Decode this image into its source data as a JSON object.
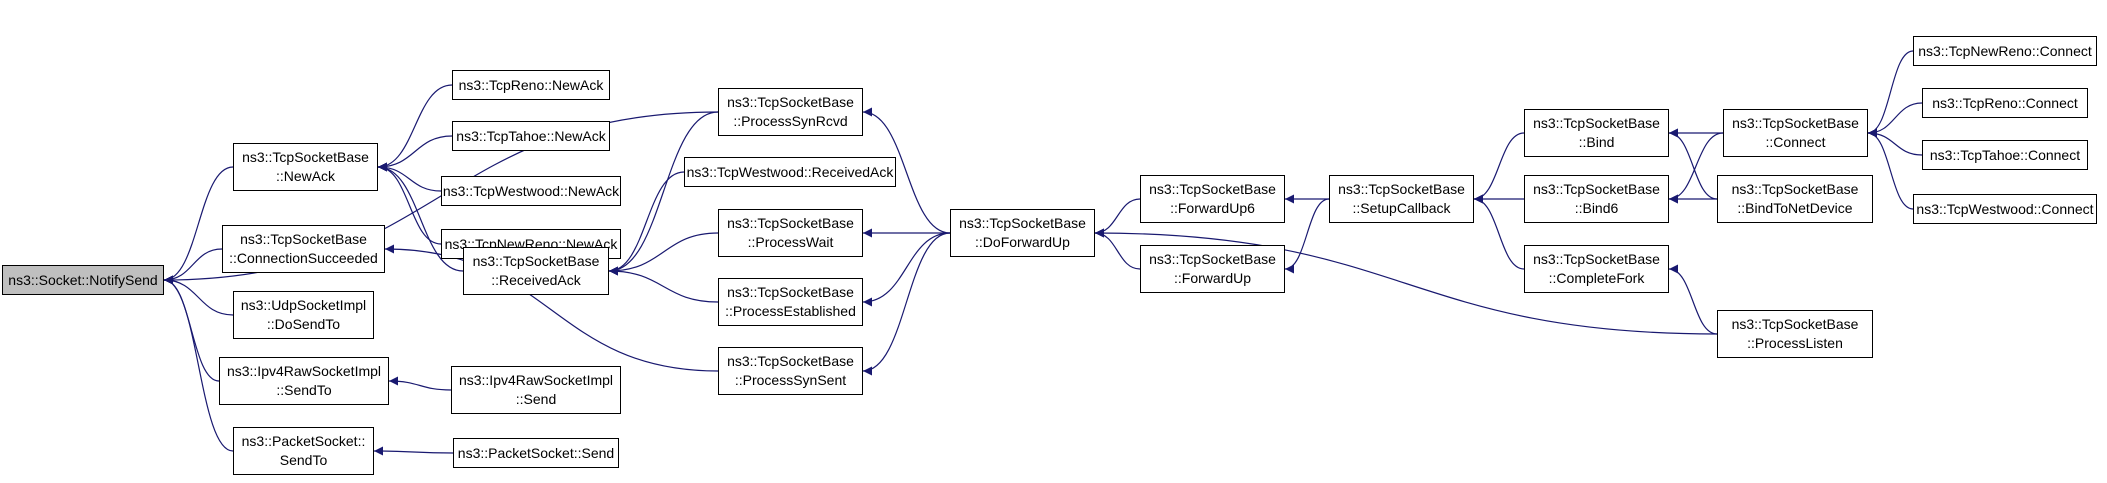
{
  "colors": {
    "edge": "#191970",
    "root_fill": "#bfbfbf",
    "node_fill": "#ffffff",
    "border": "#000000"
  },
  "nodes": {
    "notify_send": [
      "ns3::Socket::NotifySend"
    ],
    "newack": [
      "ns3::TcpSocketBase",
      "::NewAck"
    ],
    "connection_succeeded": [
      "ns3::TcpSocketBase",
      "::ConnectionSucceeded"
    ],
    "udp_dosendto": [
      "ns3::UdpSocketImpl",
      "::DoSendTo"
    ],
    "ipv4raw_sendto": [
      "ns3::Ipv4RawSocketImpl",
      "::SendTo"
    ],
    "packet_sendto": [
      "ns3::PacketSocket::",
      "SendTo"
    ],
    "reno_newack": [
      "ns3::TcpReno::NewAck"
    ],
    "tahoe_newack": [
      "ns3::TcpTahoe::NewAck"
    ],
    "westwood_newack": [
      "ns3::TcpWestwood::NewAck"
    ],
    "newreno_newack": [
      "ns3::TcpNewReno::NewAck"
    ],
    "received_ack": [
      "ns3::TcpSocketBase",
      "::ReceivedAck"
    ],
    "ipv4raw_send": [
      "ns3::Ipv4RawSocketImpl",
      "::Send"
    ],
    "packet_send": [
      "ns3::PacketSocket::Send"
    ],
    "process_syn_rcvd": [
      "ns3::TcpSocketBase",
      "::ProcessSynRcvd"
    ],
    "westwood_receivedack": [
      "ns3::TcpWestwood::ReceivedAck"
    ],
    "process_wait": [
      "ns3::TcpSocketBase",
      "::ProcessWait"
    ],
    "process_established": [
      "ns3::TcpSocketBase",
      "::ProcessEstablished"
    ],
    "process_syn_sent": [
      "ns3::TcpSocketBase",
      "::ProcessSynSent"
    ],
    "do_forward_up": [
      "ns3::TcpSocketBase",
      "::DoForwardUp"
    ],
    "forward_up6": [
      "ns3::TcpSocketBase",
      "::ForwardUp6"
    ],
    "forward_up": [
      "ns3::TcpSocketBase",
      "::ForwardUp"
    ],
    "setup_callback": [
      "ns3::TcpSocketBase",
      "::SetupCallback"
    ],
    "bind": [
      "ns3::TcpSocketBase",
      "::Bind"
    ],
    "bind6": [
      "ns3::TcpSocketBase",
      "::Bind6"
    ],
    "complete_fork": [
      "ns3::TcpSocketBase",
      "::CompleteFork"
    ],
    "connect": [
      "ns3::TcpSocketBase",
      "::Connect"
    ],
    "bind_to_net_device": [
      "ns3::TcpSocketBase",
      "::BindToNetDevice"
    ],
    "process_listen": [
      "ns3::TcpSocketBase",
      "::ProcessListen"
    ],
    "newreno_connect": [
      "ns3::TcpNewReno::Connect"
    ],
    "reno_connect": [
      "ns3::TcpReno::Connect"
    ],
    "tahoe_connect": [
      "ns3::TcpTahoe::Connect"
    ],
    "westwood_connect": [
      "ns3::TcpWestwood::Connect"
    ]
  },
  "edges": [
    [
      "newack",
      "notify_send"
    ],
    [
      "connection_succeeded",
      "notify_send"
    ],
    [
      "udp_dosendto",
      "notify_send"
    ],
    [
      "ipv4raw_sendto",
      "notify_send"
    ],
    [
      "packet_sendto",
      "notify_send"
    ],
    [
      "process_syn_rcvd",
      "notify_send"
    ],
    [
      "reno_newack",
      "newack"
    ],
    [
      "tahoe_newack",
      "newack"
    ],
    [
      "westwood_newack",
      "newack"
    ],
    [
      "newreno_newack",
      "newack"
    ],
    [
      "received_ack",
      "newack"
    ],
    [
      "process_syn_sent",
      "connection_succeeded"
    ],
    [
      "ipv4raw_send",
      "ipv4raw_sendto"
    ],
    [
      "packet_send",
      "packet_sendto"
    ],
    [
      "process_syn_rcvd",
      "received_ack"
    ],
    [
      "westwood_receivedack",
      "received_ack"
    ],
    [
      "process_wait",
      "received_ack"
    ],
    [
      "process_established",
      "received_ack"
    ],
    [
      "do_forward_up",
      "process_syn_rcvd"
    ],
    [
      "do_forward_up",
      "process_wait"
    ],
    [
      "do_forward_up",
      "process_established"
    ],
    [
      "do_forward_up",
      "process_syn_sent"
    ],
    [
      "forward_up6",
      "do_forward_up"
    ],
    [
      "forward_up",
      "do_forward_up"
    ],
    [
      "process_listen",
      "do_forward_up"
    ],
    [
      "setup_callback",
      "forward_up6"
    ],
    [
      "setup_callback",
      "forward_up"
    ],
    [
      "bind",
      "setup_callback"
    ],
    [
      "bind6",
      "setup_callback"
    ],
    [
      "complete_fork",
      "setup_callback"
    ],
    [
      "connect",
      "bind"
    ],
    [
      "bind_to_net_device",
      "bind"
    ],
    [
      "connect",
      "bind6"
    ],
    [
      "bind_to_net_device",
      "bind6"
    ],
    [
      "process_listen",
      "complete_fork"
    ],
    [
      "newreno_connect",
      "connect"
    ],
    [
      "reno_connect",
      "connect"
    ],
    [
      "tahoe_connect",
      "connect"
    ],
    [
      "westwood_connect",
      "connect"
    ]
  ]
}
